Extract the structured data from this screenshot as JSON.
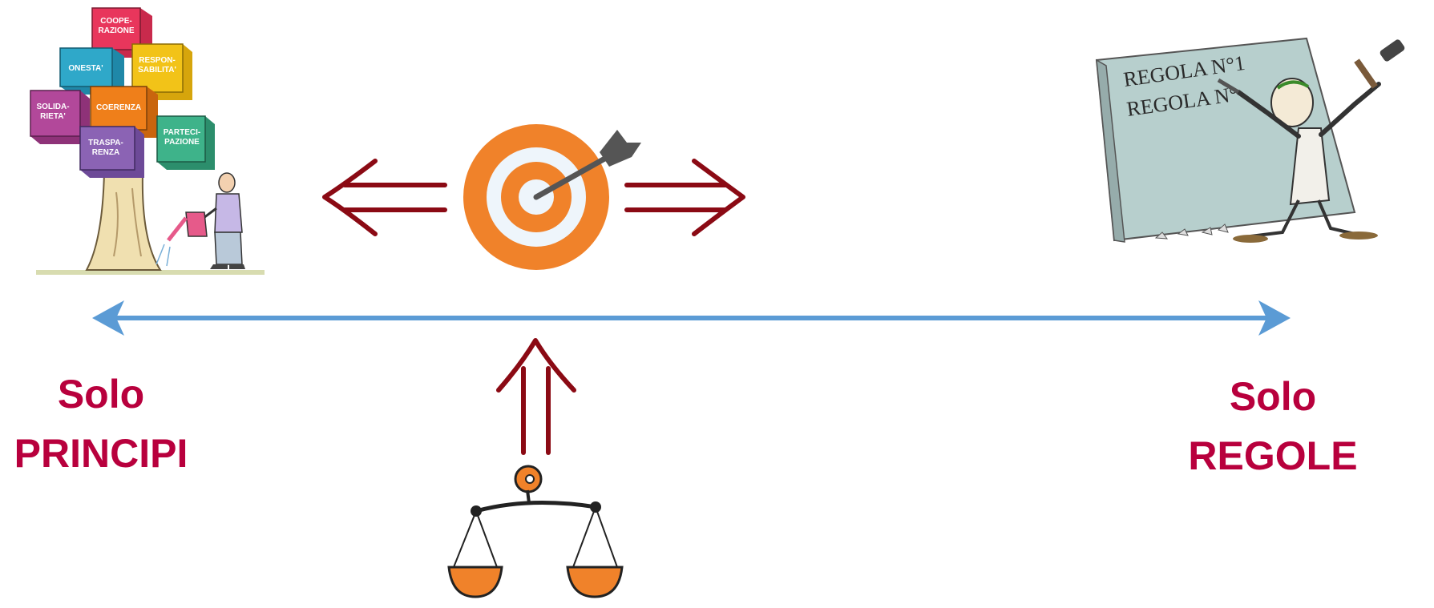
{
  "left_pole": {
    "line1": "Solo",
    "line2": "PRINCIPI",
    "tree_values": [
      {
        "line1": "COOPE-",
        "line2": "RAZIONE",
        "color": "#e8365c"
      },
      {
        "line1": "ONESTA'",
        "line2": "",
        "color": "#2fa8c9"
      },
      {
        "line1": "RESPON-",
        "line2": "SABILITA'",
        "color": "#f2c318"
      },
      {
        "line1": "SOLIDA-",
        "line2": "RIETA'",
        "color": "#b2489a"
      },
      {
        "line1": "COERENZA",
        "line2": "",
        "color": "#ef7f1a"
      },
      {
        "line1": "TRASPA-",
        "line2": "RENZA",
        "color": "#8b63b4"
      },
      {
        "line1": "PARTECI-",
        "line2": "PAZIONE",
        "color": "#3eb38a"
      }
    ]
  },
  "right_pole": {
    "line1": "Solo",
    "line2": "REGOLE",
    "tablet_lines": [
      "REGOLA N°1",
      "REGOLA N°"
    ]
  },
  "colors": {
    "label": "#b8003d",
    "axis_arrow": "#5b9bd5",
    "dark_arrow": "#8b0a14",
    "target_orange": "#f0822a",
    "target_light": "#eef5fb"
  }
}
